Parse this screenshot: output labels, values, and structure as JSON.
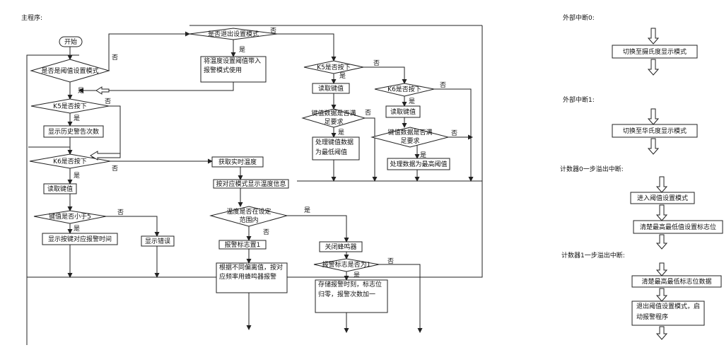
{
  "labels": {
    "main_title": "主程序:",
    "yes": "是",
    "no": "否"
  },
  "main": {
    "start": "开始",
    "q_threshold_mode": "是否是阈值设置模式",
    "q_exit_setting": "是否退出设置模式",
    "apply_threshold": "将温度设置阈值带入报警模式使用",
    "q_k5_left": "K5是否按下",
    "show_history": "显示历史警告次数",
    "q_k6_left": "K6是否按下",
    "read_key_left": "读取键值",
    "q_key_lt5": "键值是否小于5",
    "show_alarm_time": "显示按键对应报警时间",
    "show_error": "显示错误",
    "q_k5_top": "K5是否按下",
    "read_key_top": "读取键值",
    "q_key_valid_1": "键值数据是否满足要求",
    "process_min": "处理键值数据为最低阈值",
    "q_k6_top": "K6是否按下",
    "read_key_top2": "读取键值",
    "q_key_valid_2": "键值数据是否满足要求",
    "process_max": "处理数据为最高阈值",
    "get_temp": "获取实时温度",
    "show_temp_info": "按对应模式显示温度信息",
    "q_temp_in_range": "温度是否在设定范围内",
    "alarm_flag_set": "报警标志置1",
    "buzzer_by_deviation": "根据不同偏离值，按对应频率用蜂鸣器报警",
    "close_buzzer": "关闭蜂鸣器",
    "q_alarm_flag_1": "报警标志是否为1",
    "store_alarm": "存储报警时刻，标志位归零，报警次数加一"
  },
  "interrupts": {
    "ext0_title": "外部中断0:",
    "ext0_action": "切换至摄氏度显示模式",
    "ext1_title": "外部中断1:",
    "ext1_action": "切换至华氏度显示模式",
    "t0_title": "计数器0一步溢出中断:",
    "t0_action1": "进入阈值设置模式",
    "t0_action2": "清楚最高最低值设置标志位",
    "t1_title": "计数器1一步溢出中断:",
    "t1_action1": "清楚最高最低标志位数据",
    "t1_action2": "退出阈值设置模式，启动报警程序"
  }
}
